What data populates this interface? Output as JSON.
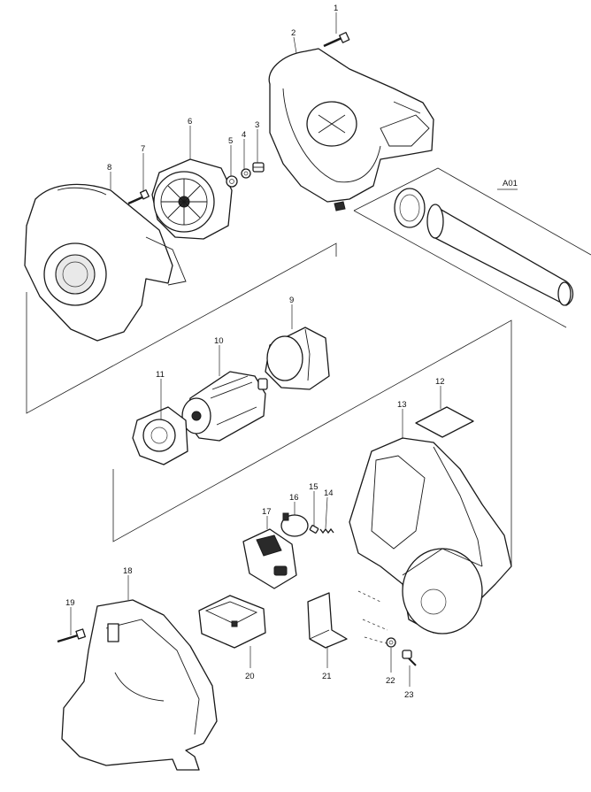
{
  "callouts": {
    "c1": "1",
    "c2": "2",
    "c3": "3",
    "c4": "4",
    "c5": "5",
    "c6": "6",
    "c7": "7",
    "c8": "8",
    "c9": "9",
    "c10": "10",
    "c11": "11",
    "c12": "12",
    "c13": "13",
    "c14": "14",
    "c15": "15",
    "c16": "16",
    "c17": "17",
    "c18": "18",
    "c19": "19",
    "c20": "20",
    "c21": "21",
    "c22": "22",
    "c23": "23",
    "a01": "A01"
  }
}
